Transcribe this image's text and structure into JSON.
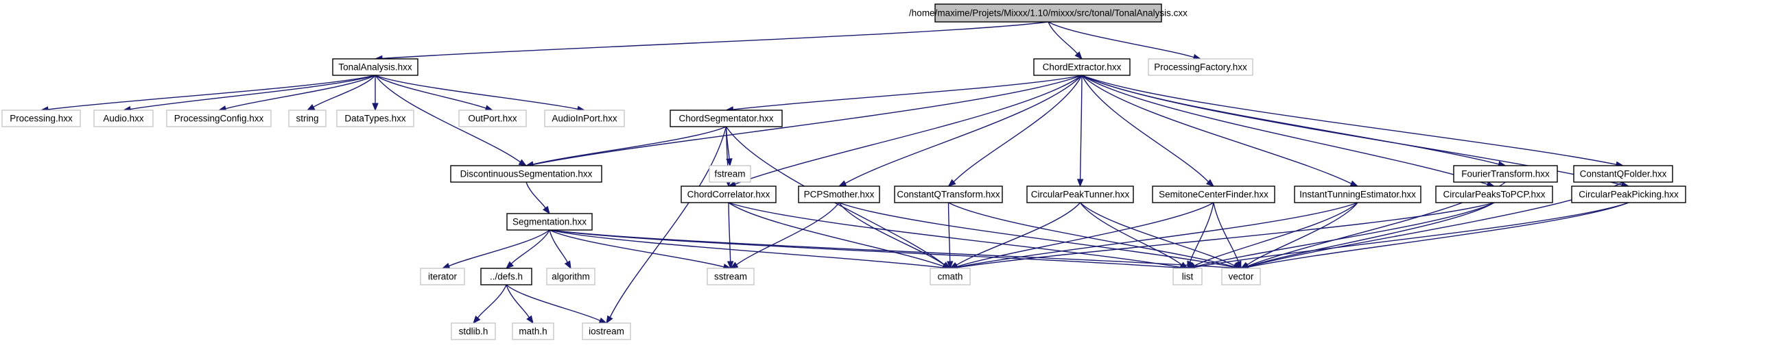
{
  "root": {
    "id": "root",
    "label": "/home/maxime/Projets/Mixxx/1.10/mixxx/src/tonal/TonalAnalysis.cxx"
  },
  "nodes": [
    {
      "id": "tonalanalysis",
      "label": "TonalAnalysis.hxx",
      "kind": "internal"
    },
    {
      "id": "chordextractor",
      "label": "ChordExtractor.hxx",
      "kind": "internal"
    },
    {
      "id": "processingfactory",
      "label": "ProcessingFactory.hxx",
      "kind": "external"
    },
    {
      "id": "processing",
      "label": "Processing.hxx",
      "kind": "external"
    },
    {
      "id": "audio",
      "label": "Audio.hxx",
      "kind": "external"
    },
    {
      "id": "processingconfig",
      "label": "ProcessingConfig.hxx",
      "kind": "external"
    },
    {
      "id": "string",
      "label": "string",
      "kind": "external"
    },
    {
      "id": "datatypes",
      "label": "DataTypes.hxx",
      "kind": "external"
    },
    {
      "id": "outport",
      "label": "OutPort.hxx",
      "kind": "external"
    },
    {
      "id": "audioinport",
      "label": "AudioInPort.hxx",
      "kind": "external"
    },
    {
      "id": "chordsegmentator",
      "label": "ChordSegmentator.hxx",
      "kind": "internal"
    },
    {
      "id": "fouriertransform",
      "label": "FourierTransform.hxx",
      "kind": "internal"
    },
    {
      "id": "constantqfolder",
      "label": "ConstantQFolder.hxx",
      "kind": "internal"
    },
    {
      "id": "discontinuous",
      "label": "DiscontinuousSegmentation.hxx",
      "kind": "internal"
    },
    {
      "id": "fstream",
      "label": "fstream",
      "kind": "external"
    },
    {
      "id": "segmentation",
      "label": "Segmentation.hxx",
      "kind": "internal"
    },
    {
      "id": "chordcorrelator",
      "label": "ChordCorrelator.hxx",
      "kind": "internal"
    },
    {
      "id": "pcpsmother",
      "label": "PCPSmother.hxx",
      "kind": "internal"
    },
    {
      "id": "constantqtransform",
      "label": "ConstantQTransform.hxx",
      "kind": "internal"
    },
    {
      "id": "circularpeaktunner",
      "label": "CircularPeakTunner.hxx",
      "kind": "internal"
    },
    {
      "id": "semitonecenterfinder",
      "label": "SemitoneCenterFinder.hxx",
      "kind": "internal"
    },
    {
      "id": "instanttunning",
      "label": "InstantTunningEstimator.hxx",
      "kind": "internal"
    },
    {
      "id": "circularpeakstopcp",
      "label": "CircularPeaksToPCP.hxx",
      "kind": "internal"
    },
    {
      "id": "circularpeakpicking",
      "label": "CircularPeakPicking.hxx",
      "kind": "internal"
    },
    {
      "id": "iterator",
      "label": "iterator",
      "kind": "external"
    },
    {
      "id": "defs",
      "label": "../defs.h",
      "kind": "internal"
    },
    {
      "id": "algorithm",
      "label": "algorithm",
      "kind": "external"
    },
    {
      "id": "sstream",
      "label": "sstream",
      "kind": "external"
    },
    {
      "id": "cmath",
      "label": "cmath",
      "kind": "external"
    },
    {
      "id": "list",
      "label": "list",
      "kind": "external"
    },
    {
      "id": "vector",
      "label": "vector",
      "kind": "external"
    },
    {
      "id": "stdlib",
      "label": "stdlib.h",
      "kind": "external"
    },
    {
      "id": "mathh",
      "label": "math.h",
      "kind": "external"
    },
    {
      "id": "iostream",
      "label": "iostream",
      "kind": "external"
    }
  ],
  "edges": [
    [
      "root",
      "tonalanalysis"
    ],
    [
      "root",
      "chordextractor"
    ],
    [
      "root",
      "processingfactory"
    ],
    [
      "tonalanalysis",
      "processing"
    ],
    [
      "tonalanalysis",
      "audio"
    ],
    [
      "tonalanalysis",
      "processingconfig"
    ],
    [
      "tonalanalysis",
      "string"
    ],
    [
      "tonalanalysis",
      "datatypes"
    ],
    [
      "tonalanalysis",
      "outport"
    ],
    [
      "tonalanalysis",
      "audioinport"
    ],
    [
      "tonalanalysis",
      "discontinuous"
    ],
    [
      "chordextractor",
      "discontinuous"
    ],
    [
      "chordextractor",
      "chordsegmentator"
    ],
    [
      "chordextractor",
      "chordcorrelator"
    ],
    [
      "chordextractor",
      "pcpsmother"
    ],
    [
      "chordextractor",
      "constantqtransform"
    ],
    [
      "chordextractor",
      "circularpeaktunner"
    ],
    [
      "chordextractor",
      "semitonecenterfinder"
    ],
    [
      "chordextractor",
      "instanttunning"
    ],
    [
      "chordextractor",
      "circularpeakstopcp"
    ],
    [
      "chordextractor",
      "circularpeakpicking"
    ],
    [
      "chordextractor",
      "fouriertransform"
    ],
    [
      "chordextractor",
      "constantqfolder"
    ],
    [
      "chordsegmentator",
      "discontinuous"
    ],
    [
      "chordsegmentator",
      "fstream"
    ],
    [
      "chordsegmentator",
      "chordcorrelator"
    ],
    [
      "chordsegmentator",
      "cmath"
    ],
    [
      "chordsegmentator",
      "iostream"
    ],
    [
      "discontinuous",
      "segmentation"
    ],
    [
      "segmentation",
      "iterator"
    ],
    [
      "segmentation",
      "defs"
    ],
    [
      "segmentation",
      "algorithm"
    ],
    [
      "segmentation",
      "sstream"
    ],
    [
      "segmentation",
      "cmath"
    ],
    [
      "segmentation",
      "list"
    ],
    [
      "segmentation",
      "vector"
    ],
    [
      "defs",
      "stdlib"
    ],
    [
      "defs",
      "mathh"
    ],
    [
      "defs",
      "iostream"
    ],
    [
      "chordcorrelator",
      "sstream"
    ],
    [
      "chordcorrelator",
      "cmath"
    ],
    [
      "chordcorrelator",
      "list"
    ],
    [
      "pcpsmother",
      "sstream"
    ],
    [
      "pcpsmother",
      "cmath"
    ],
    [
      "pcpsmother",
      "vector"
    ],
    [
      "constantqtransform",
      "cmath"
    ],
    [
      "constantqtransform",
      "vector"
    ],
    [
      "circularpeaktunner",
      "cmath"
    ],
    [
      "circularpeaktunner",
      "list"
    ],
    [
      "circularpeaktunner",
      "vector"
    ],
    [
      "semitonecenterfinder",
      "cmath"
    ],
    [
      "semitonecenterfinder",
      "list"
    ],
    [
      "semitonecenterfinder",
      "vector"
    ],
    [
      "instanttunning",
      "cmath"
    ],
    [
      "instanttunning",
      "list"
    ],
    [
      "instanttunning",
      "vector"
    ],
    [
      "circularpeakstopcp",
      "cmath"
    ],
    [
      "circularpeakstopcp",
      "list"
    ],
    [
      "circularpeakstopcp",
      "vector"
    ],
    [
      "circularpeakpicking",
      "list"
    ],
    [
      "circularpeakpicking",
      "vector"
    ],
    [
      "fouriertransform",
      "vector"
    ],
    [
      "constantqfolder",
      "vector"
    ]
  ],
  "colors": {
    "edge": "#191970",
    "internal_border": "#000000",
    "external_border": "#bfbfbf",
    "root_fill": "#bfbfbf"
  }
}
